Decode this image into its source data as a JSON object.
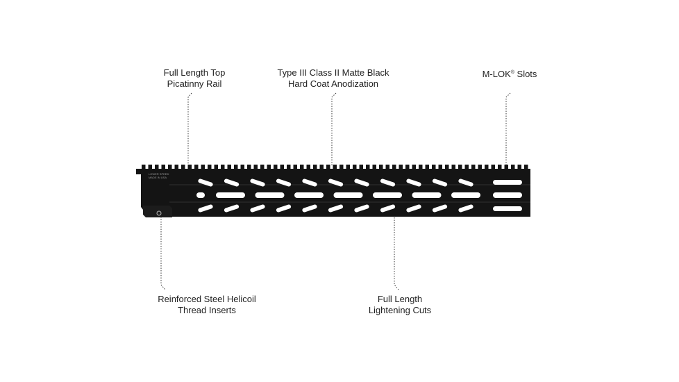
{
  "callouts": {
    "top_rail": {
      "line1": "Full Length Top",
      "line2": "Picatinny Rail"
    },
    "anodization": {
      "line1": "Type III Class II Matte Black",
      "line2": "Hard Coat Anodization"
    },
    "mlok": {
      "text": "M-LOK",
      "mark": "®",
      "suffix": " Slots"
    },
    "helicoil": {
      "line1": "Reinforced Steel Helicoil",
      "line2": "Thread Inserts"
    },
    "lightening": {
      "line1": "Full Length",
      "line2": "Lightening Cuts"
    }
  },
  "product_engraving": {
    "line1": "LOWER SPEED",
    "line2": "MADE IN USA"
  },
  "colors": {
    "handguard": "#141414",
    "slot": "#ffffff",
    "leader": "#333333",
    "text": "#222222"
  }
}
